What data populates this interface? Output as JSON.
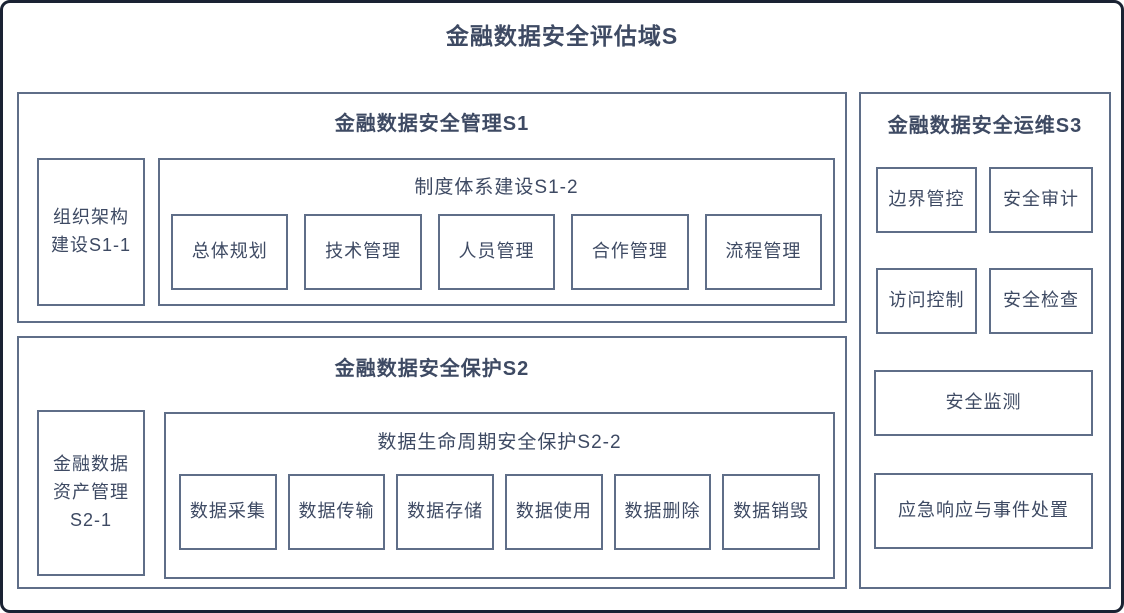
{
  "title": "金融数据安全评估域S",
  "s1": {
    "title": "金融数据安全管理S1",
    "side_label": "组织架构建设S1-1",
    "group_title": "制度体系建设S1-2",
    "items": [
      "总体规划",
      "技术管理",
      "人员管理",
      "合作管理",
      "流程管理"
    ]
  },
  "s2": {
    "title": "金融数据安全保护S2",
    "side_label": "金融数据资产管理S2-1",
    "group_title": "数据生命周期安全保护S2-2",
    "items": [
      "数据采集",
      "数据传输",
      "数据存储",
      "数据使用",
      "数据删除",
      "数据销毁"
    ]
  },
  "s3": {
    "title": "金融数据安全运维S3",
    "grid_items": [
      "边界管控",
      "安全审计",
      "访问控制",
      "安全检查"
    ],
    "wide_items": [
      "安全监测",
      "应急响应与事件处置"
    ]
  },
  "colors": {
    "outer_border": "#1a2233",
    "box_border": "#5f6e88",
    "text": "#3e4a63",
    "background": "#ffffff"
  }
}
